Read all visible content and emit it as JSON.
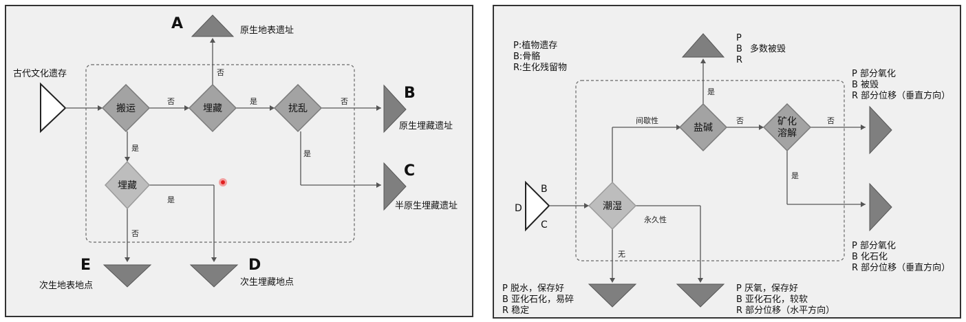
{
  "left": {
    "source_label": "古代文化遗存",
    "nodes": {
      "transport": "搬运",
      "buried_top": "埋藏",
      "disturb": "扰乱",
      "buried_bottom": "埋藏"
    },
    "edges": {
      "yes": "是",
      "no": "否"
    },
    "outcomes": {
      "A": {
        "letter": "A",
        "label": "原生地表遗址"
      },
      "B": {
        "letter": "B",
        "label": "原生埋藏遗址"
      },
      "C": {
        "letter": "C",
        "label": "半原生埋藏遗址"
      },
      "D": {
        "letter": "D",
        "label": "次生埋藏地点"
      },
      "E": {
        "letter": "E",
        "label": "次生地表地点"
      }
    }
  },
  "right": {
    "legend": [
      "P:植物遗存",
      "B:骨骼",
      "R:生化残留物"
    ],
    "source": {
      "letters": [
        "D",
        "B",
        "C"
      ]
    },
    "nodes": {
      "humid": "潮湿",
      "salt": "盐碱",
      "mineral_1": "矿化",
      "mineral_2": "溶解"
    },
    "edges": {
      "intermittent": "间歇性",
      "permanent": "永久性",
      "none": "无",
      "yes": "是",
      "no": "否"
    },
    "outcomes": {
      "top": [
        "P",
        "B",
        "R",
        "多数被毁"
      ],
      "right_upper": [
        "P 部分氧化",
        "B 被毁",
        "R 部分位移（垂直方向）"
      ],
      "right_lower": [
        "P 部分氧化",
        "B 化石化",
        "R 部分位移（垂直方向）"
      ],
      "bottom_left": [
        "P 脱水，保存好",
        "B 亚化石化，易碎",
        "R 稳定"
      ],
      "bottom_right": [
        "P 厌氧，保存好",
        "B 亚化石化，较软",
        "R 部分位移（水平方向）"
      ]
    }
  }
}
